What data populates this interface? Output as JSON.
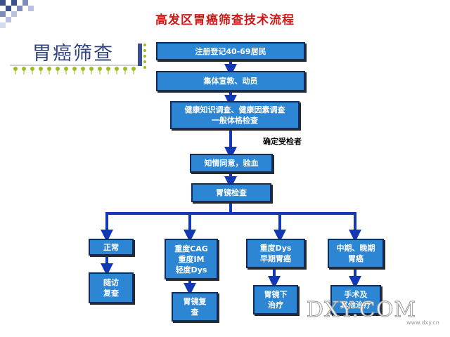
{
  "title": "高发区胃癌筛查技术流程",
  "section_heading": "胃癌筛查",
  "colors": {
    "box_fill": "#2d86d4",
    "box_border": "#0f2d5c",
    "arrow": "#1238b4",
    "title": "#d01818"
  },
  "nodes": {
    "register": {
      "lines": [
        "注册登记40-69居民"
      ]
    },
    "education": {
      "lines": [
        "集体宣教、动员"
      ]
    },
    "survey": {
      "lines": [
        "健康知识调查、健康因素调查",
        "一般体格检查"
      ]
    },
    "consent": {
      "lines": [
        "知情同意，验血"
      ]
    },
    "gastroscopy": {
      "lines": [
        "胃镜检查"
      ]
    },
    "normal": {
      "lines": [
        "正常"
      ]
    },
    "followup": {
      "lines": [
        "随访",
        "复查"
      ]
    },
    "severe_cag": {
      "lines": [
        "重度CAG",
        "重度IM",
        "轻度Dys"
      ]
    },
    "recheck": {
      "lines": [
        "胃镜复",
        "查"
      ]
    },
    "severe_dys": {
      "lines": [
        "重度Dys",
        "早期胃癌"
      ]
    },
    "endo_treat": {
      "lines": [
        "胃镜下",
        "治疗"
      ]
    },
    "late_cancer": {
      "lines": [
        "中期、晚期",
        "胃癌"
      ]
    },
    "surgery": {
      "lines": [
        "手术及",
        "其他治疗"
      ]
    }
  },
  "note": "确定受检者",
  "watermark": "DXY.COM",
  "watermark_sub": "www.dxy.cn"
}
